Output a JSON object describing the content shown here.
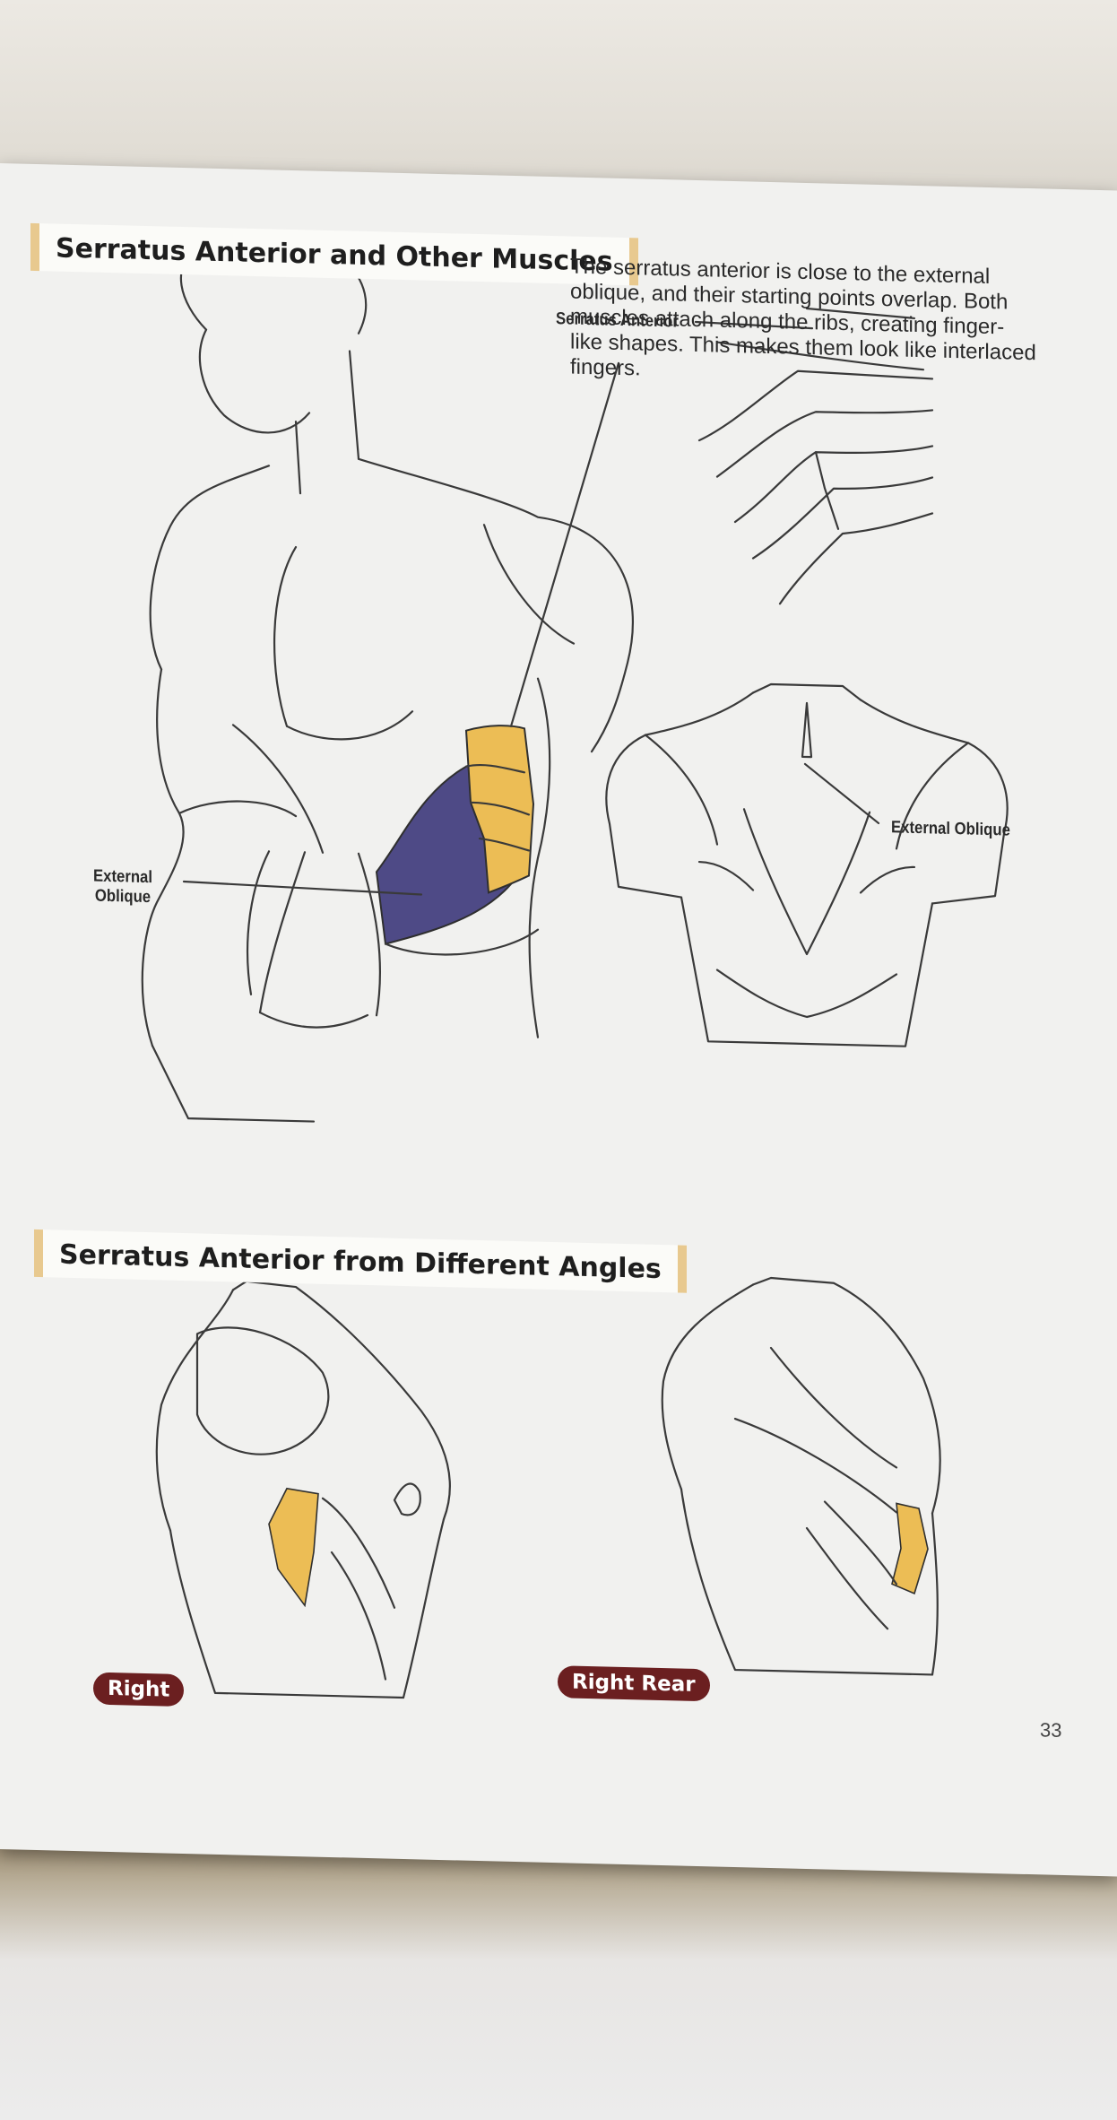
{
  "section1": {
    "heading": "Serratus Anterior and Other Muscles",
    "intro": "The serratus anterior is close to the external oblique, and their starting points overlap. Both muscles attach along the ribs, creating finger-like shapes. This makes them look like interlaced fingers.",
    "labels": {
      "serratus_anterior": "Serratus Anterior",
      "external_oblique_right": "External Oblique",
      "external_oblique_left": "External\nOblique"
    }
  },
  "section2": {
    "heading": "Serratus Anterior from Different Angles",
    "views": [
      {
        "label": "Right"
      },
      {
        "label": "Right Rear"
      }
    ]
  },
  "page_number": "33",
  "colors": {
    "serratus_highlight": "#ecbd55",
    "oblique_highlight": "#4e4a86",
    "pill_bg": "#6b1f20",
    "heading_accent": "#e8c98f"
  }
}
